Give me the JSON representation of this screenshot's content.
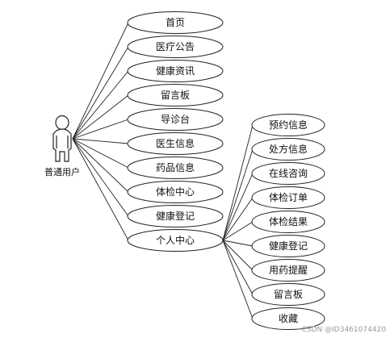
{
  "actor": {
    "label": "普通用户",
    "icon": "person-icon"
  },
  "main_use_cases": [
    "首页",
    "医疗公告",
    "健康资讯",
    "留言板",
    "导诊台",
    "医生信息",
    "药品信息",
    "体检中心",
    "健康登记",
    "个人中心"
  ],
  "personal_center_use_cases": [
    "预约信息",
    "处方信息",
    "在线咨询",
    "体检订单",
    "体检结果",
    "健康登记",
    "用药提醒",
    "留言板",
    "收藏"
  ],
  "watermark": "CSDN @ID3461074420",
  "colors": {
    "line": "#222222",
    "ellipse_fill": "#ffffff",
    "ellipse_stroke": "#222222",
    "actor_fill": "#ffffff"
  }
}
